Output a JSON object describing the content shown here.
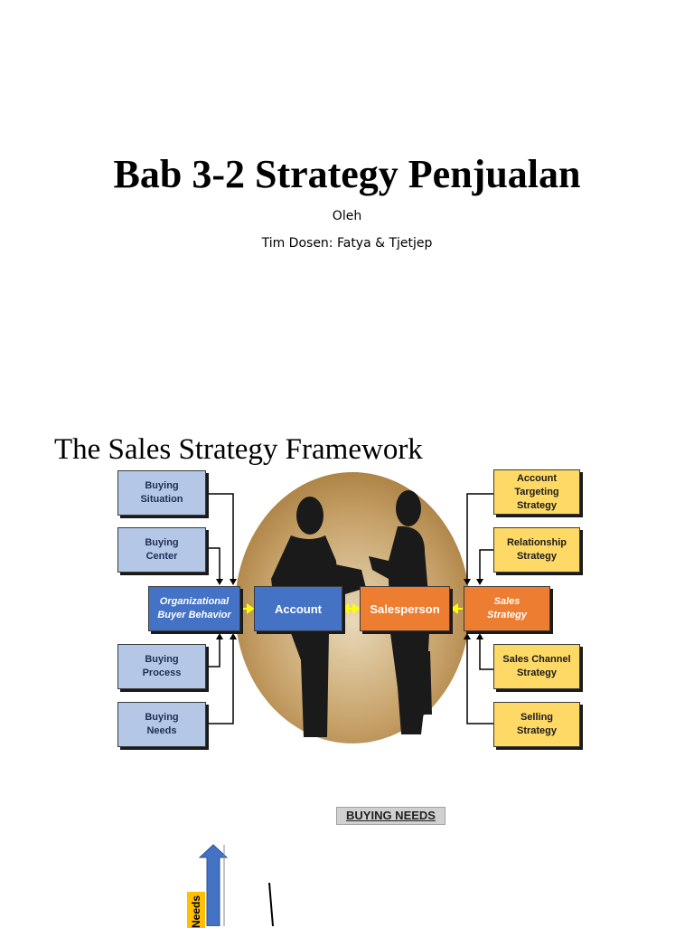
{
  "slide1": {
    "title": "Bab 3-2 Strategy Penjualan",
    "subtitle1": "Oleh",
    "subtitle2": "Tim Dosen: Fatya & Tjetjep"
  },
  "slide2": {
    "title": "The Sales Strategy Framework",
    "left_boxes": [
      {
        "label": "Buying\nSituation"
      },
      {
        "label": "Buying\nCenter"
      },
      {
        "label": "Buying\nProcess"
      },
      {
        "label": "Buying\nNeeds"
      }
    ],
    "right_boxes": [
      {
        "label": "Account\nTargeting\nStrategy"
      },
      {
        "label": "Relationship\nStrategy"
      },
      {
        "label": "Sales Channel\nStrategy"
      },
      {
        "label": "Selling\nStrategy"
      }
    ],
    "center_row": {
      "org_behavior": "Organizational\nBuyer Behavior",
      "account": "Account",
      "salesperson": "Salesperson",
      "sales_strategy": "Sales\nStrategy"
    },
    "colors": {
      "light_blue": "#b4c7e7",
      "yellow": "#ffd966",
      "dark_blue": "#4472c4",
      "orange": "#ed7d31",
      "connector_yellow": "#ffff00"
    }
  },
  "slide3": {
    "header": "BUYING NEEDS",
    "vertical_label": "Needs"
  }
}
